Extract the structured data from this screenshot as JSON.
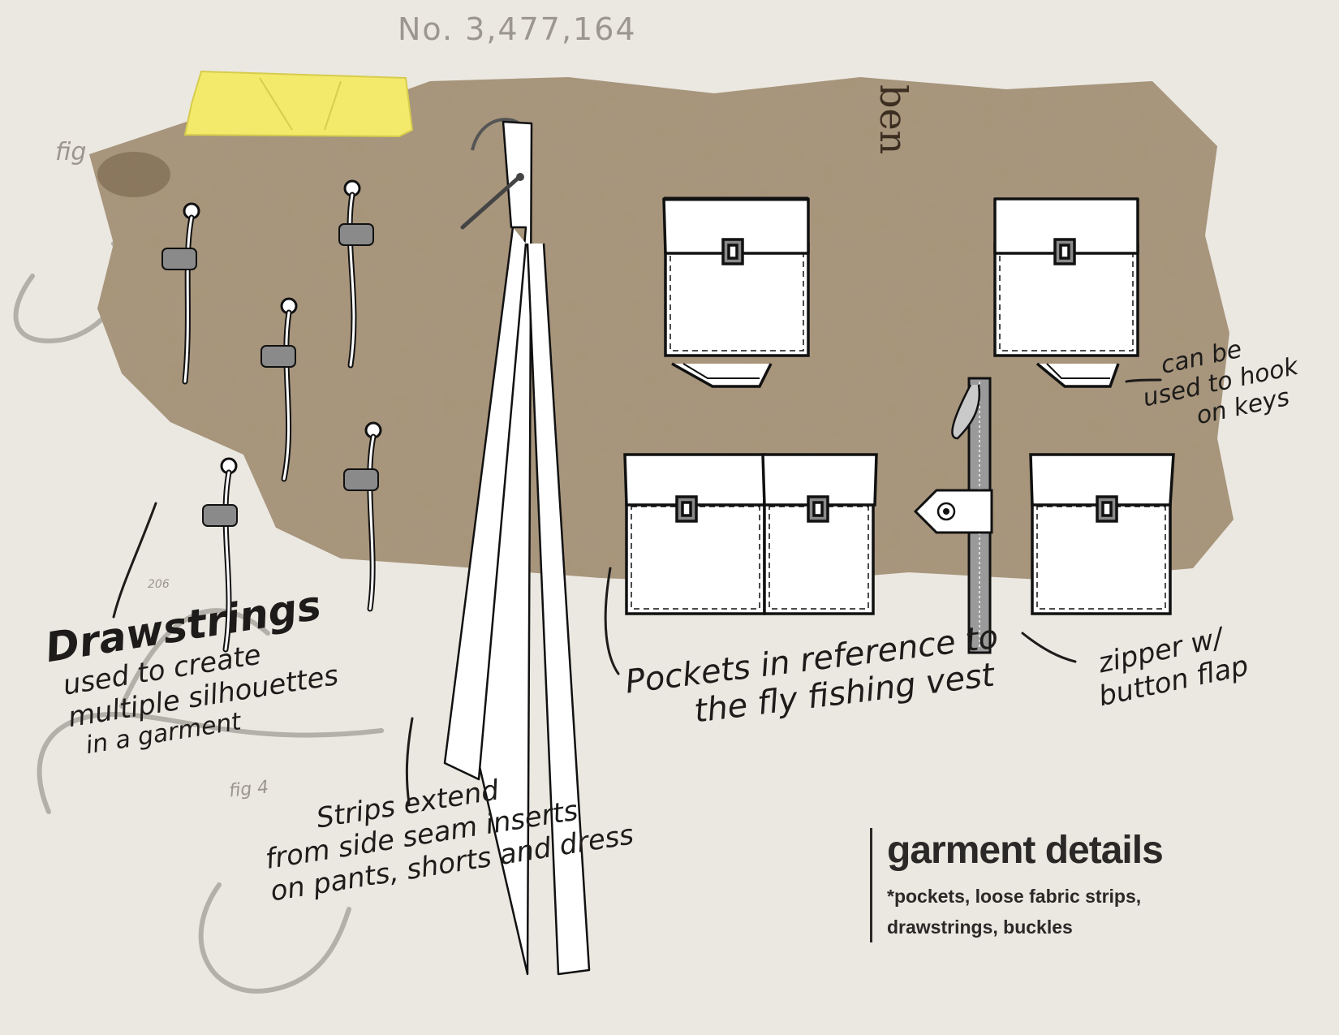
{
  "stamp": {
    "patent_number": "No. 3,477,164",
    "paper_fragment": "ben"
  },
  "background_marks": [
    "fig",
    "fig 4",
    "206"
  ],
  "annotations": {
    "drawstrings": [
      "Drawstrings",
      "used to create",
      "multiple silhouettes",
      "in a garment"
    ],
    "strips": [
      "Strips extend",
      "from side seam inserts",
      "on pants, shorts and dress"
    ],
    "pockets": [
      "Pockets in reference to",
      "the fly fishing vest"
    ],
    "zipper": [
      "zipper w/",
      "button flap"
    ],
    "keys": [
      "can be",
      "used to hook",
      "on keys"
    ]
  },
  "title": {
    "heading": "garment details",
    "lines": [
      "*pockets, loose fabric strips,",
      "drawstrings, buckles"
    ]
  },
  "colors": {
    "page_background": "#ebe8e1",
    "kraft_paper": "#a8957a",
    "sticky_note": "#f3e96a",
    "ink": "#1d1c1a",
    "hardware_grey": "#8a8a8a"
  },
  "icons": [
    "fish-hook-icon",
    "safety-pin-icon",
    "drawstring-cord-icon",
    "cord-stopper-icon",
    "pocket-icon",
    "zipper-icon",
    "button-flap-icon"
  ]
}
